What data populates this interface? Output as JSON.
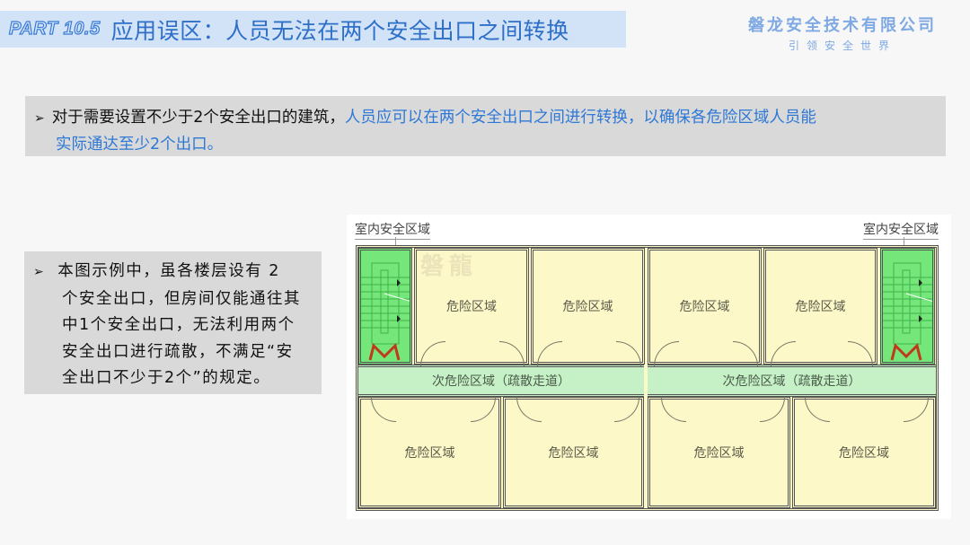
{
  "header": {
    "part_label": "PART 10.5",
    "title": "应用误区：人员无法在两个安全出口之间转换"
  },
  "company": {
    "name": "磐龙安全技术有限公司",
    "slogan": "引领安全世界"
  },
  "bullet1": {
    "arrow": "➢",
    "text_black": "对于需要设置不少于2个安全出口的建筑，",
    "text_blue_line1": "人员应可以在两个安全出口之间进行转换，以确保各危险区域人员能",
    "text_blue_line2": "实际通达至少2个出口。"
  },
  "bullet2": {
    "arrow": "➢",
    "lines": [
      "本图示例中，虽各楼层设有 2",
      "个安全出口，但房间仅能通往其",
      "中1个安全出口，无法利用两个",
      "安全出口进行疏散，不满足“安",
      "全出口不少于2个”的规定。"
    ]
  },
  "floor_plan": {
    "watermark": "磐龍",
    "safe_zone_label_left": "室内安全区域",
    "safe_zone_label_right": "室内安全区域",
    "corridor_label_left": "次危险区域（疏散走道）",
    "corridor_label_right": "次危险区域（疏散走道）",
    "rooms_top": [
      "危险区域",
      "危险区域",
      "危险区域",
      "危险区域"
    ],
    "rooms_bottom": [
      "危险区域",
      "危险区域",
      "危险区域",
      "危险区域"
    ],
    "colors": {
      "room": "#fdf8c8",
      "stair": "#74e67a",
      "corridor": "#c6f0c6",
      "exit_door": "#c0391b"
    }
  }
}
